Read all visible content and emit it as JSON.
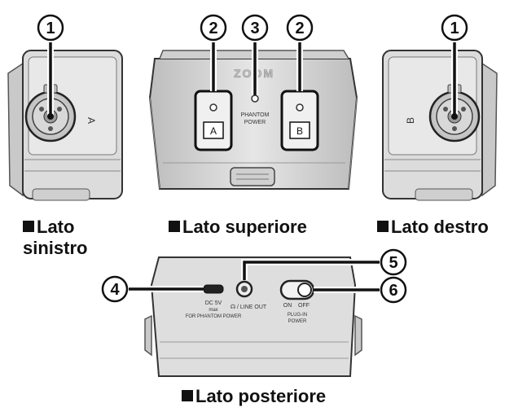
{
  "callouts": {
    "c1": "1",
    "c2": "2",
    "c3": "3",
    "c4": "4",
    "c5": "5",
    "c6": "6"
  },
  "device_text": {
    "left_input": "A",
    "right_input": "B",
    "top_button_a": "A",
    "top_button_b": "B",
    "brand": "ZOOM",
    "phantom_line1": "PHANTOM",
    "phantom_line2": "POWER",
    "usb_line1": "DC 5V",
    "usb_line2": "max",
    "usb_line3": "FOR PHANTOM POWER",
    "lineout": "☊ / LINE OUT",
    "sw_on": "ON",
    "sw_off": "OFF",
    "plugin_line1": "PLUG-IN",
    "plugin_line2": "POWER"
  },
  "captions": {
    "left_square": "■",
    "left_line1": "Lato",
    "left_line2": "sinistro",
    "top": "Lato superiore",
    "right": "Lato destro",
    "back": "Lato posteriore"
  }
}
